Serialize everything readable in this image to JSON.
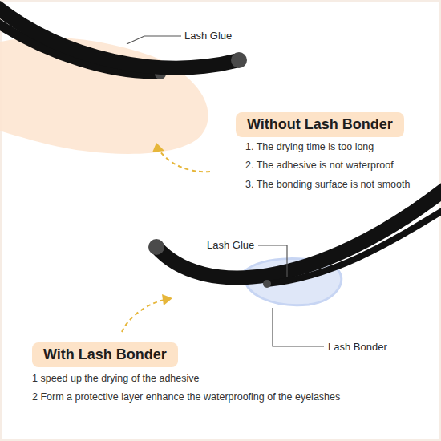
{
  "diagram": {
    "nodes": [
      {
        "text": [
          "Without Lash Bonder"
        ]
      },
      {
        "text": [
          "With Lash Bonder"
        ]
      }
    ],
    "labels": [
      "Lash Glue",
      "1. The drying time is too long",
      "2. The adhesive is not waterproof",
      "3. The bonding surface is not smooth",
      "Lash Glue",
      "Lash Bonder",
      "1 speed up the drying of the adhesive",
      "2 Form a protective layer enhance the waterproofing of the eyelashes"
    ]
  }
}
